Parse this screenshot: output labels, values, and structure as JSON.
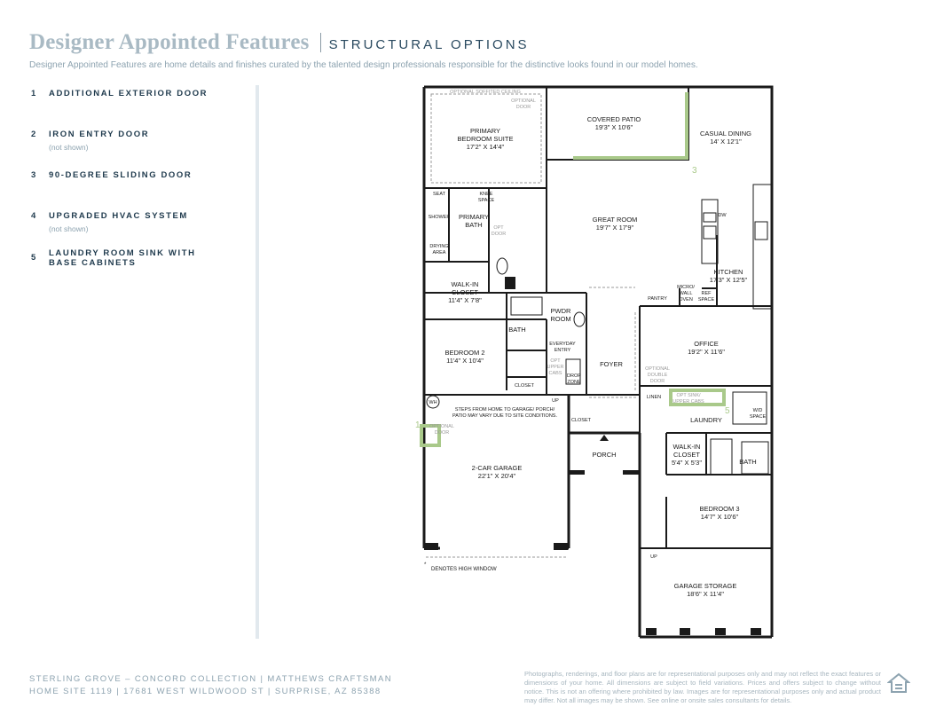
{
  "header": {
    "title": "Designer Appointed Features",
    "subtitle": "STRUCTURAL OPTIONS",
    "intro": "Designer Appointed Features are home details and finishes curated by the talented design professionals responsible for the distinctive looks found in our model homes."
  },
  "features": [
    {
      "num": "1",
      "label": "ADDITIONAL EXTERIOR DOOR",
      "note": ""
    },
    {
      "num": "2",
      "label": "IRON ENTRY DOOR",
      "note": "(not shown)"
    },
    {
      "num": "3",
      "label": "90-DEGREE SLIDING DOOR",
      "note": ""
    },
    {
      "num": "4",
      "label": "UPGRADED HVAC SYSTEM",
      "note": "(not shown)"
    },
    {
      "num": "5",
      "label": "LAUNDRY ROOM SINK WITH BASE CABINETS",
      "note": ""
    }
  ],
  "plan": {
    "rooms": {
      "primary_suite": {
        "name1": "PRIMARY",
        "name2": "BEDROOM SUITE",
        "dim": "17'2\" X 14'4\""
      },
      "covered_patio": {
        "name": "COVERED PATIO",
        "dim": "19'3\" X 10'6\""
      },
      "casual_dining": {
        "name": "CASUAL DINING",
        "dim": "14' X 12'1\""
      },
      "great_room": {
        "name": "GREAT ROOM",
        "dim": "19'7\" X 17'9\""
      },
      "kitchen": {
        "name": "KITCHEN",
        "dim": "17'3\" X 12'5\""
      },
      "primary_bath": {
        "name1": "PRIMARY",
        "name2": "BATH"
      },
      "walk_in_closet": {
        "name1": "WALK-IN",
        "name2": "CLOSET",
        "dim": "11'4\" X 7'8\""
      },
      "bedroom2": {
        "name": "BEDROOM 2",
        "dim": "11'4\" X 10'4\""
      },
      "office": {
        "name": "OFFICE",
        "dim": "19'2\" X 11'6\""
      },
      "foyer": {
        "name": "FOYER"
      },
      "laundry": {
        "name": "LAUNDRY"
      },
      "garage": {
        "name": "2-CAR GARAGE",
        "dim": "22'1\" X 20'4\""
      },
      "porch": {
        "name": "PORCH"
      },
      "walk_in_closet2": {
        "name1": "WALK-IN",
        "name2": "CLOSET",
        "dim": "5'4\" X 5'3\""
      },
      "bedroom3": {
        "name": "BEDROOM 3",
        "dim": "14'7\" X 10'6\""
      },
      "garage_storage": {
        "name": "GARAGE STORAGE",
        "dim": "18'6\" X 11'4\""
      }
    },
    "labels": {
      "soffit": "OPTIONAL SOFFITED CEILING",
      "opt_door1": "OPTIONAL",
      "opt_door2": "DOOR",
      "seat": "SEAT",
      "knee1": "KNEE",
      "knee2": "SPACE",
      "shower": "SHOWER",
      "drying1": "DRYING",
      "drying2": "AREA",
      "optdoor1": "OPT",
      "optdoor2": "DOOR",
      "dw": "DW",
      "pantry": "PANTRY",
      "micro1": "MICRO/",
      "micro2": "WALL",
      "micro3": "OVEN",
      "ref1": "REF",
      "ref2": "SPACE",
      "pwdr1": "PWDR",
      "pwdr2": "ROOM",
      "bath": "BATH",
      "everyday1": "EVERYDAY",
      "everyday2": "ENTRY",
      "optupper1": "OPT",
      "optupper2": "UPPER",
      "optupper3": "CABS",
      "drop1": "DROP",
      "drop2": "ZONE",
      "closet": "CLOSET",
      "optdouble1": "OPTIONAL",
      "optdouble2": "DOUBLE",
      "optdouble3": "DOOR",
      "linen": "LINEN",
      "optsink1": "OPT SINK/",
      "optsink2": "UPPER CABS",
      "wd1": "W/D",
      "wd2": "SPACE",
      "up": "UP",
      "wh": "WH",
      "steps1": "STEPS FROM HOME TO GARAGE/ PORCH/",
      "steps2": "PATIO MAY VARY DUE TO SITE CONDITIONS.",
      "garage_opt1": "OPTIONAL",
      "garage_opt2": "DOOR",
      "bath3": "BATH",
      "high_window": "DENOTES HIGH WINDOW",
      "marker1": "1",
      "marker3": "3",
      "marker5": "5"
    }
  },
  "footer": {
    "line1": "STERLING GROVE – CONCORD COLLECTION  |  MATTHEWS CRAFTSMAN",
    "line2": "HOME SITE 1119  |  17681 WEST WILDWOOD ST  |  SURPRISE, AZ 85388",
    "disclaimer": "Photographs, renderings, and floor plans are for representational purposes only and may not reflect the exact features or dimensions of your home. All dimensions are subject to field variations. Prices and offers subject to change without notice. This is not an offering where prohibited by law. Images are for representational purposes only and actual product may differ. Not all images may be shown. See online or onsite sales consultants for details."
  },
  "colors": {
    "highlight": "#a9c98a",
    "accent": "#1f3a4d",
    "muted": "#8da3b0"
  },
  "icons": {
    "equal_housing": "equal-housing-icon"
  }
}
